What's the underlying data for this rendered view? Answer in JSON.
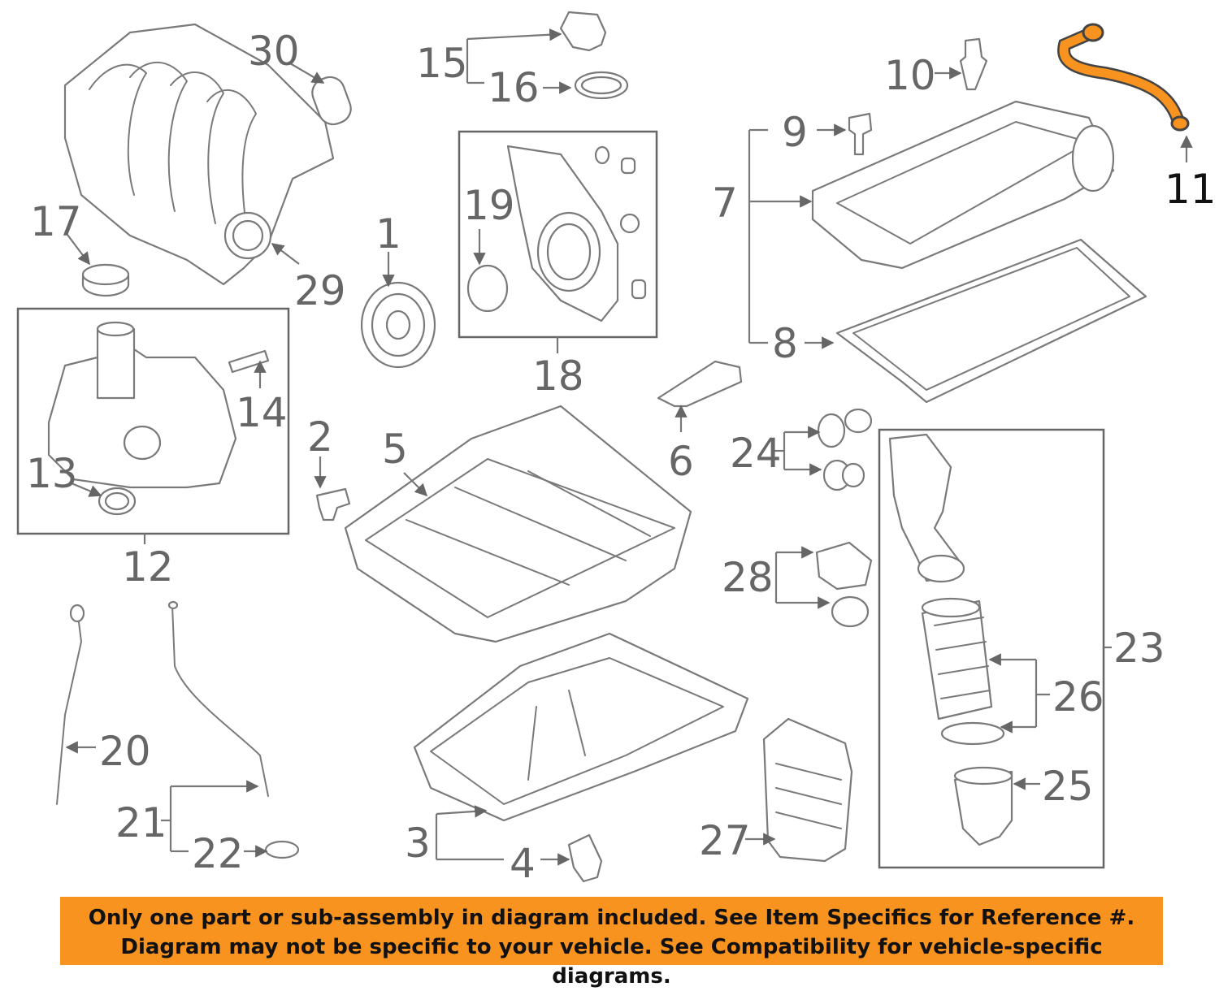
{
  "diagram": {
    "highlight_color": "#f7931e",
    "callouts": [
      {
        "id": "1",
        "label": "1"
      },
      {
        "id": "2",
        "label": "2"
      },
      {
        "id": "3",
        "label": "3"
      },
      {
        "id": "4",
        "label": "4"
      },
      {
        "id": "5",
        "label": "5"
      },
      {
        "id": "6",
        "label": "6"
      },
      {
        "id": "7",
        "label": "7"
      },
      {
        "id": "8",
        "label": "8"
      },
      {
        "id": "9",
        "label": "9"
      },
      {
        "id": "10",
        "label": "10"
      },
      {
        "id": "11",
        "label": "11",
        "highlighted": true
      },
      {
        "id": "12",
        "label": "12"
      },
      {
        "id": "13",
        "label": "13"
      },
      {
        "id": "14",
        "label": "14"
      },
      {
        "id": "15",
        "label": "15"
      },
      {
        "id": "16",
        "label": "16"
      },
      {
        "id": "17",
        "label": "17"
      },
      {
        "id": "18",
        "label": "18"
      },
      {
        "id": "19",
        "label": "19"
      },
      {
        "id": "20",
        "label": "20"
      },
      {
        "id": "21",
        "label": "21"
      },
      {
        "id": "22",
        "label": "22"
      },
      {
        "id": "23",
        "label": "23"
      },
      {
        "id": "24",
        "label": "24"
      },
      {
        "id": "25",
        "label": "25"
      },
      {
        "id": "26",
        "label": "26"
      },
      {
        "id": "27",
        "label": "27"
      },
      {
        "id": "28",
        "label": "28"
      },
      {
        "id": "29",
        "label": "29"
      },
      {
        "id": "30",
        "label": "30"
      }
    ]
  },
  "banner": {
    "line1": "Only one part or sub-assembly in diagram included. See Item Specifics for Reference #.",
    "line2": "Diagram may not be specific to your vehicle. See Compatibility for vehicle-specific diagrams.",
    "background": "#f7931e"
  }
}
